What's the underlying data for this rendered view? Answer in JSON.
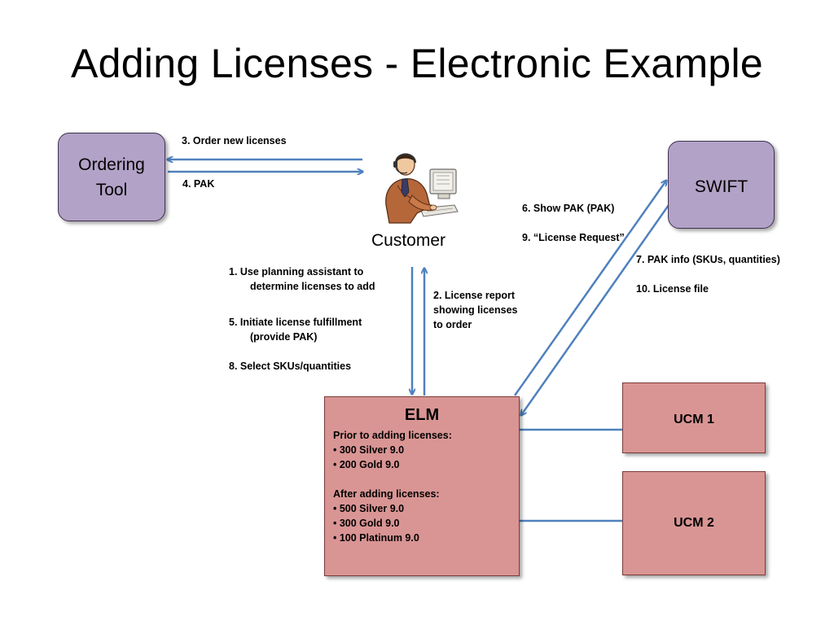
{
  "title": "Adding Licenses - Electronic Example",
  "nodes": {
    "ordering_tool": {
      "line1": "Ordering",
      "line2": "Tool"
    },
    "swift": "SWIFT",
    "customer": "Customer",
    "ucm1": "UCM 1",
    "ucm2": "UCM 2",
    "elm": {
      "title": "ELM",
      "prior_heading": "Prior to adding licenses:",
      "prior_items": [
        "• 300 Silver 9.0",
        "• 200 Gold 9.0"
      ],
      "after_heading": "After adding licenses:",
      "after_items": [
        "• 500 Silver 9.0",
        "• 300 Gold 9.0",
        "• 100 Platinum 9.0"
      ]
    }
  },
  "labels": {
    "step3": "3. Order new licenses",
    "step4": "4. PAK",
    "step6": "6. Show PAK (PAK)",
    "step9": "9. “License Request”",
    "step7": "7. PAK info (SKUs, quantities)",
    "step10": "10. License file",
    "step1_l1": "1. Use planning assistant to",
    "step1_l2": "determine licenses to add",
    "step5_l1": "5. Initiate license fulfillment",
    "step5_l2": "(provide PAK)",
    "step8": "8. Select SKUs/quantities",
    "step2_l1": "2. License report",
    "step2_l2": "showing licenses",
    "step2_l3": "to order"
  },
  "colors": {
    "arrow": "#4f81bd",
    "tool_box": "#b3a2c7",
    "system_box": "#d99594"
  }
}
